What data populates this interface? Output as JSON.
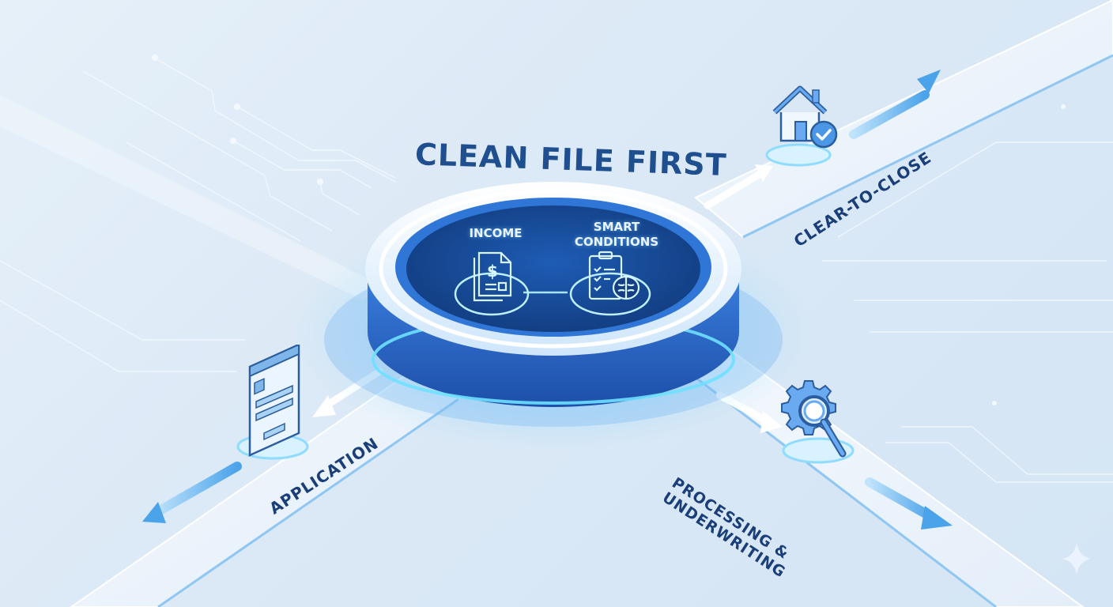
{
  "title": "CLEAN FILE FIRST",
  "hub": {
    "left": {
      "label": "INCOME",
      "icon": "income-document-dollar-icon"
    },
    "right": {
      "label_line1": "SMART",
      "label_line2": "CONDITIONS",
      "icon": "clipboard-checklist-brain-icon"
    }
  },
  "stages": [
    {
      "label": "APPLICATION",
      "icon": "application-form-icon",
      "direction": "inbound"
    },
    {
      "label_line1": "PROCESSING &",
      "label_line2": "UNDERWRITING",
      "icon": "gear-magnifier-icon",
      "direction": "outbound"
    },
    {
      "label": "CLEAR-TO-CLOSE",
      "icon": "house-check-icon",
      "direction": "outbound"
    }
  ],
  "colors": {
    "background": "#dce9f6",
    "hub_dark": "#1a4f9c",
    "hub_glow": "#3fa9f5",
    "text_dark": "#1a3f78",
    "accent": "#4a9be8"
  },
  "watermark": {
    "icon": "sparkle-icon"
  }
}
